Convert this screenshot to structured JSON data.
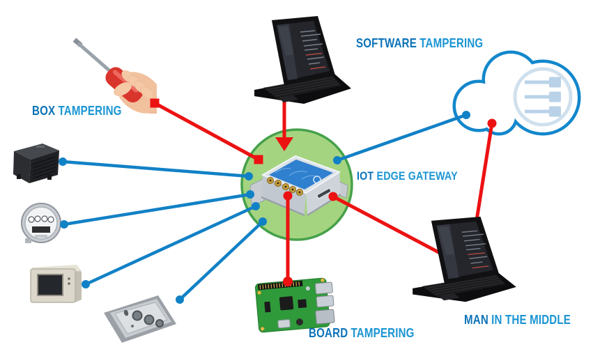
{
  "diagram": {
    "description": "IoT edge gateway security threats diagram",
    "labels": {
      "box_tampering": {
        "first": "BOX",
        "rest": "TAMPERING"
      },
      "software_tampering": {
        "first": "SOFTWARE",
        "rest": "TAMPERING"
      },
      "iot_edge_gateway": {
        "first": "IOT",
        "rest": "EDGE GATEWAY"
      },
      "board_tampering": {
        "first": "BOARD",
        "rest": "TAMPERING"
      },
      "man_in_the_middle": {
        "first": "MAN",
        "rest": "IN THE MIDDLE"
      }
    },
    "nodes": [
      {
        "id": "screwdriver",
        "icon": "screwdriver-hand-icon",
        "type": "attack-tool",
        "threat": "BOX TAMPERING"
      },
      {
        "id": "attacker-laptop-top",
        "icon": "laptop-icon",
        "type": "attack-tool",
        "threat": "SOFTWARE TAMPERING"
      },
      {
        "id": "raspberry-pi",
        "icon": "raspberry-pi-icon",
        "type": "attack-tool",
        "threat": "BOARD TAMPERING"
      },
      {
        "id": "mitm-laptop",
        "icon": "laptop-icon",
        "type": "attack-tool",
        "threat": "MAN IN THE MIDDLE"
      },
      {
        "id": "cloud",
        "icon": "cloud-icon",
        "type": "network"
      },
      {
        "id": "controller-box",
        "icon": "controller-box-icon",
        "type": "field-device"
      },
      {
        "id": "energy-meter",
        "icon": "energy-meter-icon",
        "type": "field-device"
      },
      {
        "id": "thermostat",
        "icon": "thermostat-icon",
        "type": "field-device"
      },
      {
        "id": "connector-panel",
        "icon": "connector-panel-icon",
        "type": "field-device"
      },
      {
        "id": "iot-gateway",
        "icon": "iot-gateway-icon",
        "type": "gateway",
        "label": "IOT EDGE GATEWAY"
      }
    ],
    "connections": {
      "red_attack_lines": [
        {
          "from": "screwdriver",
          "to": "iot-gateway",
          "endpoints": "square"
        },
        {
          "from": "attacker-laptop-top",
          "to": "iot-gateway",
          "endpoints": "arrow"
        },
        {
          "from": "raspberry-pi",
          "to": "iot-gateway",
          "endpoints": "dot"
        },
        {
          "from": "iot-gateway",
          "to": "mitm-laptop",
          "endpoints": "dot"
        },
        {
          "from": "cloud",
          "to": "mitm-laptop",
          "endpoints": "dot"
        }
      ],
      "blue_data_links": [
        {
          "from": "controller-box",
          "to": "iot-gateway"
        },
        {
          "from": "energy-meter",
          "to": "iot-gateway"
        },
        {
          "from": "thermostat",
          "to": "iot-gateway"
        },
        {
          "from": "connector-panel",
          "to": "iot-gateway"
        },
        {
          "from": "cloud",
          "to": "iot-gateway"
        }
      ]
    },
    "colors": {
      "attack_red": "#ec1212",
      "link_blue": "#1181c6",
      "label_blue": "#1b95d3",
      "label_blue_dark": "#0d73b8",
      "zone_fill": "#a5d480",
      "zone_border": "#46a14b",
      "cloud_blue": "#1287cc",
      "cloud_inner": "#c3d9ec"
    }
  }
}
